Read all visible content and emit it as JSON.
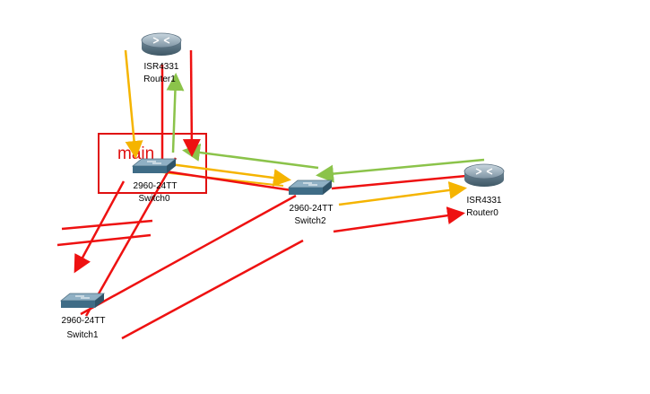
{
  "colors": {
    "red": "#ee1111",
    "orange": "#f5b400",
    "green": "#8bc34a",
    "box": "#e01010"
  },
  "annotations": {
    "main_label": "main"
  },
  "devices": [
    {
      "id": "router1",
      "type": "router",
      "icon": "router-icon",
      "model": "ISR4331",
      "name": "Router1"
    },
    {
      "id": "router0",
      "type": "router",
      "icon": "router-icon",
      "model": "ISR4331",
      "name": "Router0"
    },
    {
      "id": "switch0",
      "type": "switch",
      "icon": "switch-icon",
      "model": "2960-24TT",
      "name": "Switch0"
    },
    {
      "id": "switch1",
      "type": "switch",
      "icon": "switch-icon",
      "model": "2960-24TT",
      "name": "Switch1"
    },
    {
      "id": "switch2",
      "type": "switch",
      "icon": "switch-icon",
      "model": "2960-24TT",
      "name": "Switch2"
    }
  ]
}
